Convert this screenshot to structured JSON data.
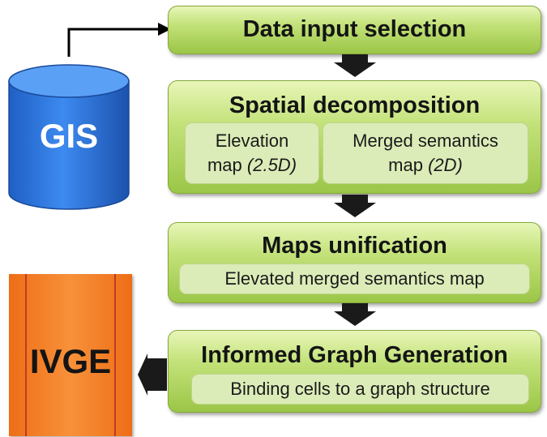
{
  "gis": {
    "label": "GIS"
  },
  "ivge": {
    "label": "IVGE"
  },
  "steps": {
    "data_input": {
      "title": "Data input selection"
    },
    "spatial": {
      "title": "Spatial decomposition",
      "elevation": {
        "line1": "Elevation",
        "line2": "map",
        "note": "(2.5D)"
      },
      "semantics": {
        "line1": "Merged semantics",
        "line2": "map",
        "note": "(2D)"
      }
    },
    "maps": {
      "title": "Maps unification",
      "sub": "Elevated merged semantics map"
    },
    "graph": {
      "title": "Informed Graph Generation",
      "sub": "Binding cells to a graph structure"
    }
  },
  "colors": {
    "green_box": "#a7cf52",
    "cylinder_blue": "#2a6fd6",
    "ivge_orange": "#f37a21"
  }
}
